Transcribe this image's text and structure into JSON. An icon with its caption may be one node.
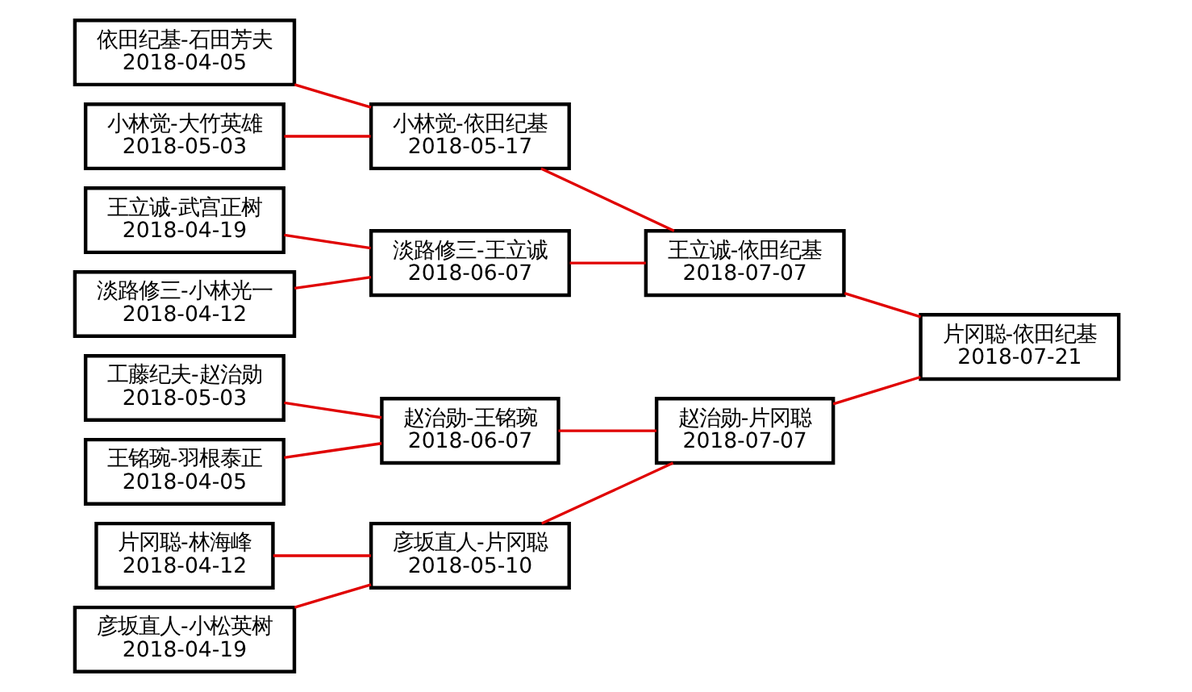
{
  "diagram": {
    "nodes": [
      {
        "text": [
          "依田纪基-石田芳夫",
          "2018-04-05"
        ]
      },
      {
        "text": [
          "小林觉-大竹英雄",
          "2018-05-03"
        ]
      },
      {
        "text": [
          "王立诚-武宫正树",
          "2018-04-19"
        ]
      },
      {
        "text": [
          "淡路修三-小林光一",
          "2018-04-12"
        ]
      },
      {
        "text": [
          "片冈聪-林海峰",
          "2018-04-12"
        ]
      },
      {
        "text": [
          "彦坂直人-小松英树",
          "2018-04-19"
        ]
      },
      {
        "text": [
          "工藤纪夫-赵治勋",
          "2018-05-03"
        ]
      },
      {
        "text": [
          "王铭琬-羽根泰正",
          "2018-04-05"
        ]
      },
      {
        "text": [
          "小林觉-依田纪基",
          "2018-05-17"
        ]
      },
      {
        "text": [
          "淡路修三-王立诚",
          "2018-06-07"
        ]
      },
      {
        "text": [
          "彦坂直人-片冈聪",
          "2018-05-10"
        ]
      },
      {
        "text": [
          "赵治勋-王铭琬",
          "2018-06-07"
        ]
      },
      {
        "text": [
          "王立诚-依田纪基",
          "2018-07-07"
        ]
      },
      {
        "text": [
          "赵治勋-片冈聪",
          "2018-07-07"
        ]
      },
      {
        "text": [
          "片冈聪-依田纪基",
          "2018-07-21"
        ]
      }
    ],
    "edges": [
      {
        "from": 0,
        "to": 8,
        "arrow": "none"
      },
      {
        "from": 1,
        "to": 8,
        "arrow": "none"
      },
      {
        "from": 2,
        "to": 9,
        "arrow": "none"
      },
      {
        "from": 3,
        "to": 9,
        "arrow": "none"
      },
      {
        "from": 4,
        "to": 10,
        "arrow": "none"
      },
      {
        "from": 5,
        "to": 10,
        "arrow": "none"
      },
      {
        "from": 6,
        "to": 11,
        "arrow": "none"
      },
      {
        "from": 7,
        "to": 11,
        "arrow": "none"
      },
      {
        "from": 8,
        "to": 12,
        "arrow": "none"
      },
      {
        "from": 9,
        "to": 12,
        "arrow": "none"
      },
      {
        "from": 10,
        "to": 13,
        "arrow": "none"
      },
      {
        "from": 11,
        "to": 13,
        "arrow": "none"
      },
      {
        "from": 12,
        "to": 14,
        "arrow": "none"
      },
      {
        "from": 13,
        "to": 14,
        "arrow": "none"
      }
    ]
  }
}
